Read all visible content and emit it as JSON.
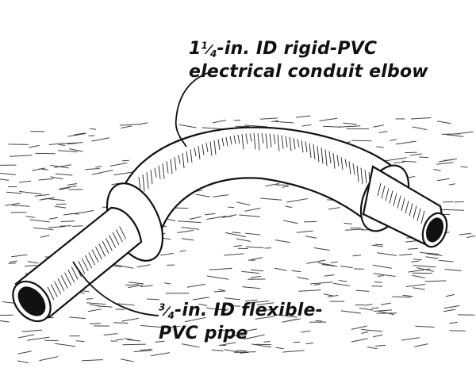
{
  "labels": {
    "elbow": {
      "line1_whole": "1",
      "line1_num": "1",
      "line1_den": "4",
      "line1_rest": "-in. ID rigid-PVC",
      "line2": "electrical conduit elbow"
    },
    "pipe": {
      "line1_num": "3",
      "line1_den": "4",
      "line1_rest": "-in. ID flexible-",
      "line2": "PVC pipe"
    }
  },
  "colors": {
    "ink": "#111111",
    "paper": "#ffffff"
  }
}
